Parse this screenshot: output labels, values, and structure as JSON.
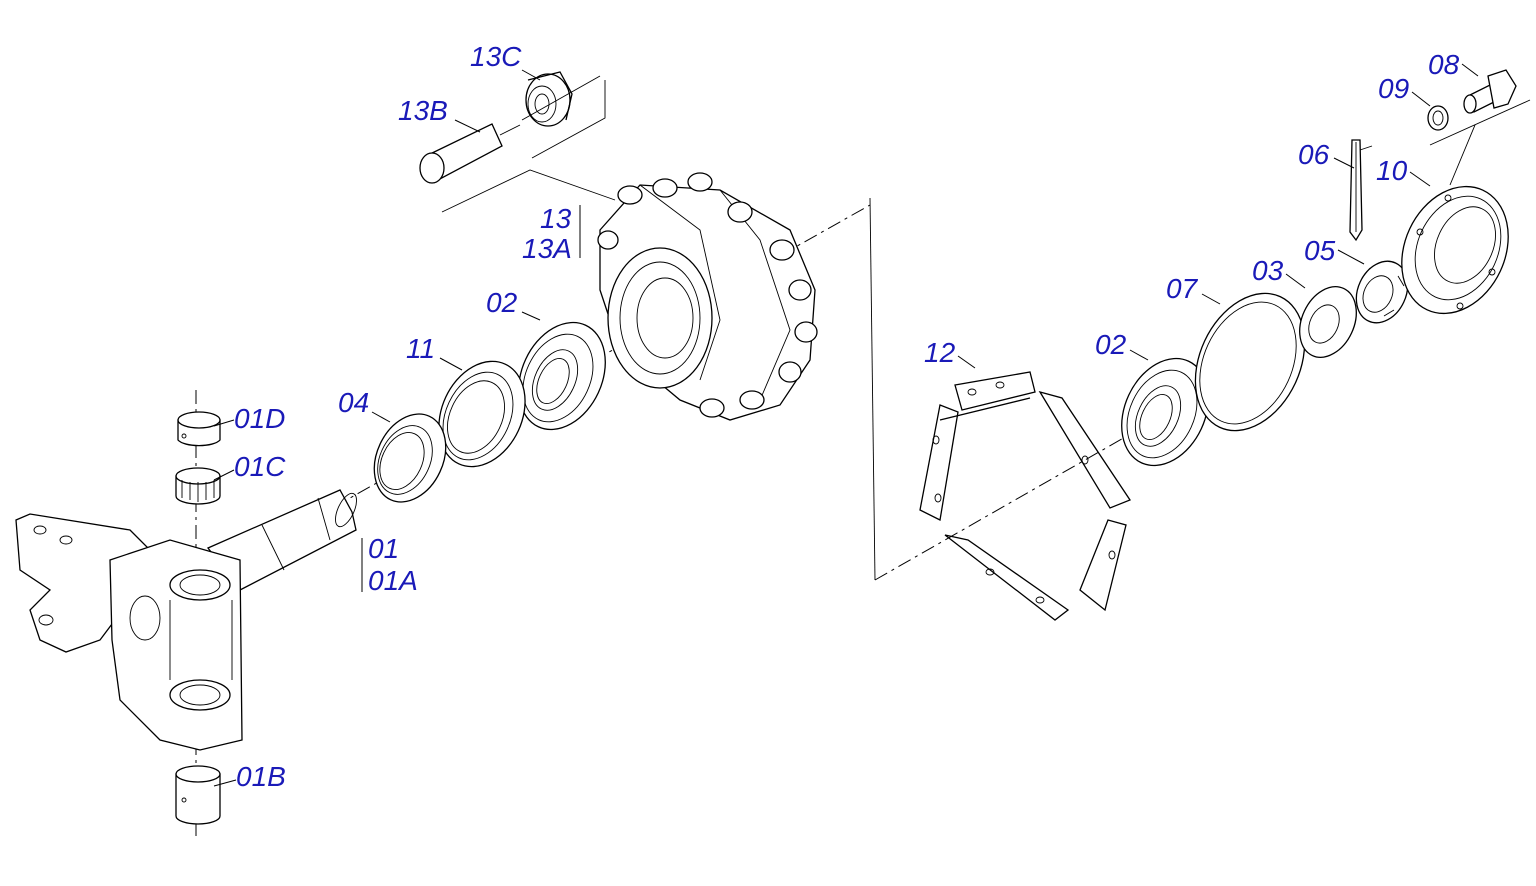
{
  "labels": {
    "l13C": "13C",
    "l13B": "13B",
    "l13": "13",
    "l13A": "13A",
    "l02a": "02",
    "l11": "11",
    "l04": "04",
    "l01D": "01D",
    "l01C": "01C",
    "l01": "01",
    "l01A": "01A",
    "l01B": "01B",
    "l12": "12",
    "l02b": "02",
    "l07": "07",
    "l03": "03",
    "l05": "05",
    "l06": "06",
    "l10": "10",
    "l09": "09",
    "l08": "08"
  },
  "colors": {
    "label": "#1a1ab8",
    "line": "#000000",
    "background": "#ffffff"
  }
}
